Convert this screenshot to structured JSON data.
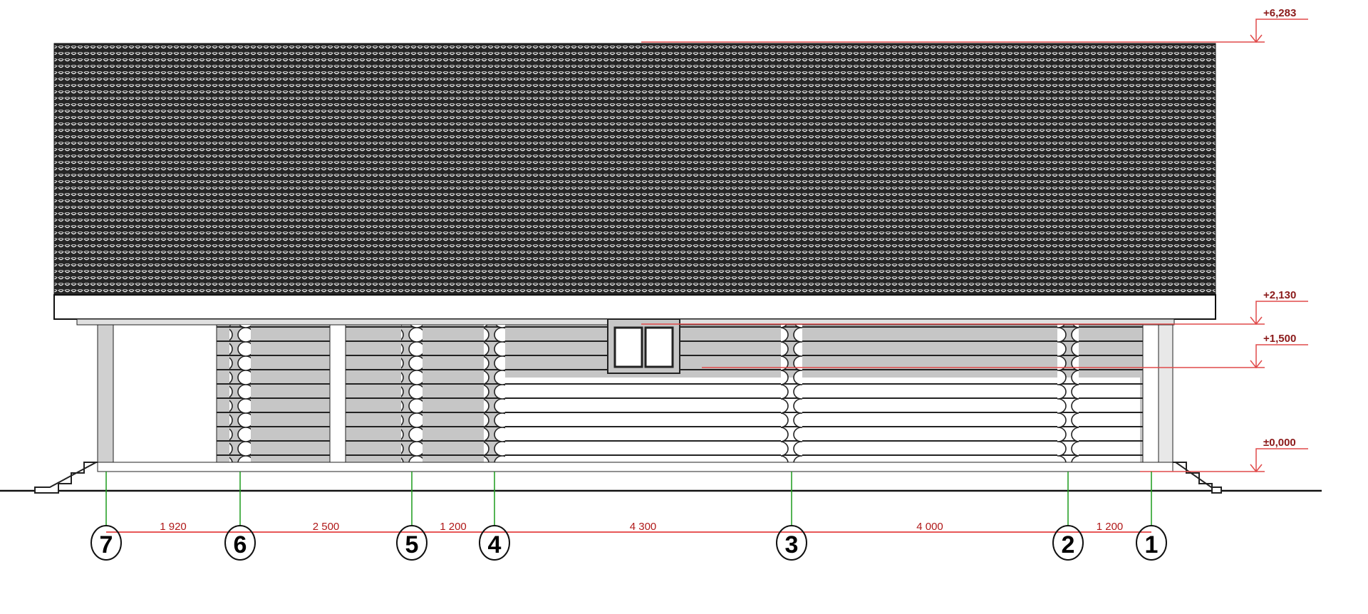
{
  "levels": [
    {
      "label": "+6,283",
      "value": 6.283
    },
    {
      "label": "+2,130",
      "value": 2.13
    },
    {
      "label": "+1,500",
      "value": 1.5
    },
    {
      "label": "±0,000",
      "value": 0.0
    }
  ],
  "axes": [
    "7",
    "6",
    "5",
    "4",
    "3",
    "2",
    "1"
  ],
  "dimensions": [
    "1 920",
    "2 500",
    "1 200",
    "4 300",
    "4 000",
    "1 200"
  ],
  "colors": {
    "roof": "#2a2a2a",
    "wall": "#c6c6c6",
    "level": "#e04a4a",
    "axis_line": "#1a9a1a",
    "dimension": "#e02020"
  }
}
